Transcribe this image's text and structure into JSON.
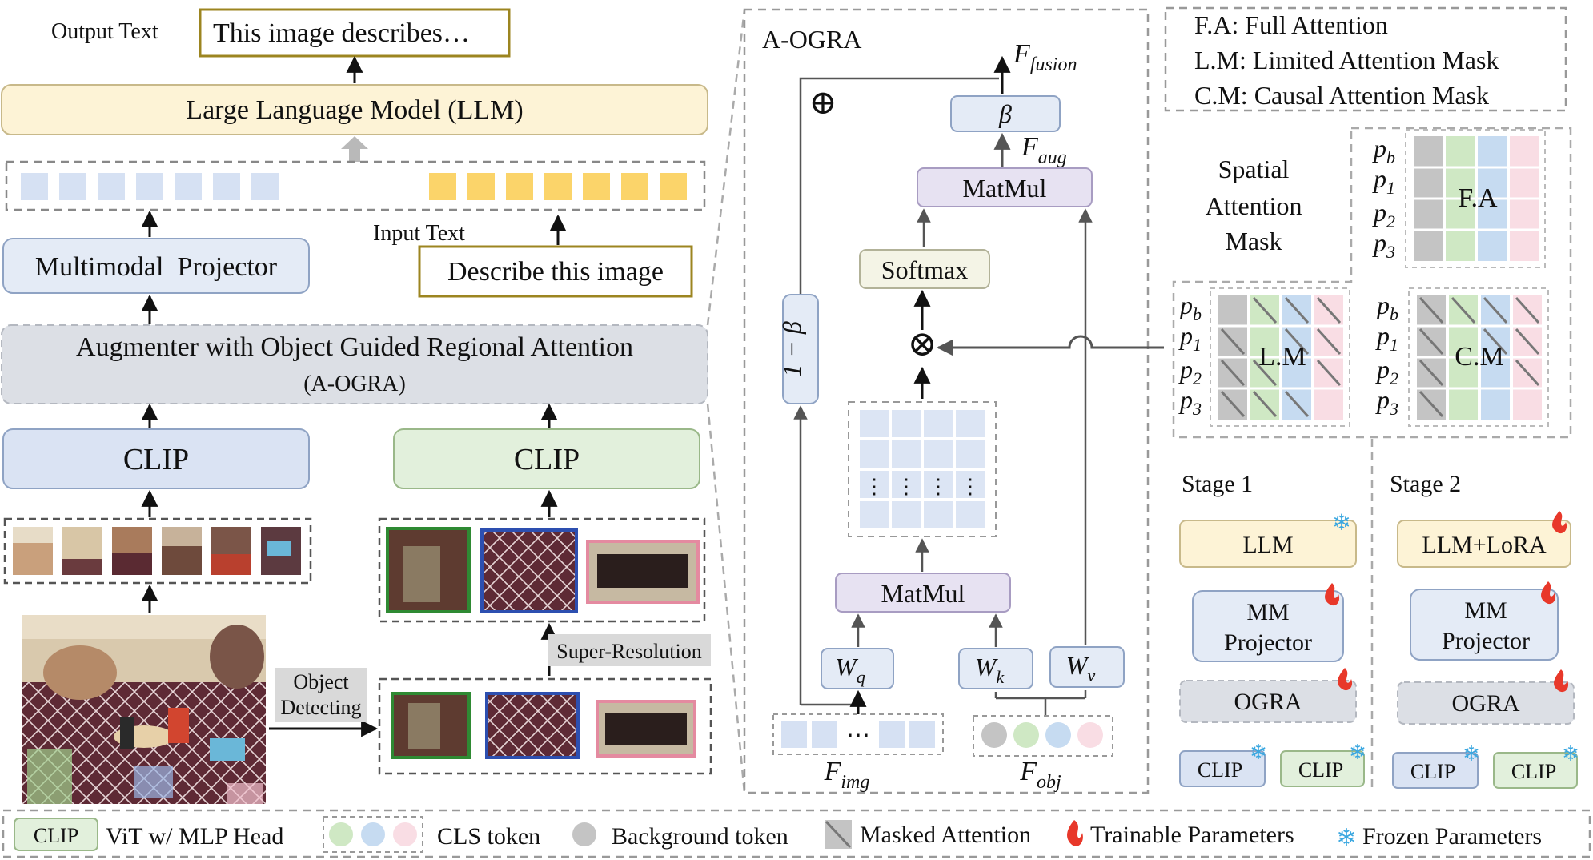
{
  "colors": {
    "llm_fill": "#fdf3d6",
    "llm_stroke": "#c8b98a",
    "blue_fill": "#e4ebf6",
    "blue_stroke": "#8fa3c4",
    "green_fill": "#e2f0dc",
    "green_stroke": "#9ab889",
    "gray_fill": "#dcdfe5",
    "yellow_token": "#fbd46a",
    "blue_token": "#d6e1f3",
    "olive_border": "#9c8520",
    "crop_green": "#2f8a33",
    "crop_blue": "#2d4fb0",
    "crop_pink": "#e48aa0",
    "flame": "#e8382a",
    "snow": "#3aa7e0",
    "mask_gray": "#c4c4c4",
    "mask_green": "#cfe8c4",
    "mask_blue": "#c6dbf1",
    "mask_pink": "#f9dde4"
  },
  "left": {
    "output_text_label": "Output Text",
    "output_text": "This image describes…",
    "llm_label": "Large Language Model (LLM)",
    "projector_label": "Multimodal  Projector",
    "input_text_label": "Input Text",
    "input_text": "Describe this image",
    "aogra_title": "Augmenter with Object Guided Regional Attention",
    "aogra_abbr": "(A-OGRA)",
    "clip_left": "CLIP",
    "clip_right": "CLIP",
    "super_resolution": "Super-Resolution",
    "object_detecting_1": "Object",
    "object_detecting_2": "Detecting"
  },
  "middle": {
    "title": "A-OGRA",
    "f_fusion_main": "F",
    "f_fusion_sub": "fusion",
    "beta": "β",
    "f_aug_main": "F",
    "f_aug_sub": "aug",
    "matmul_top": "MatMul",
    "softmax": "Softmax",
    "one_minus_beta": "1 − β",
    "matmul_bottom": "MatMul",
    "wq_main": "W",
    "wq_sub": "q",
    "wk_main": "W",
    "wk_sub": "k",
    "wv_main": "W",
    "wv_sub": "v",
    "f_img_main": "F",
    "f_img_sub": "img",
    "f_obj_main": "F",
    "f_obj_sub": "obj",
    "ellipsis": "⋯",
    "vdots": "⋮",
    "oplus": "⊕",
    "otimes": "⊗"
  },
  "right": {
    "legend_fa": "F.A: Full Attention",
    "legend_lm": "L.M: Limited Attention Mask",
    "legend_cm": "C.M: Causal Attention Mask",
    "spatial_1": "Spatial",
    "spatial_2": "Attention",
    "spatial_3": "Mask",
    "fa_label": "F.A",
    "lm_label": "L.M",
    "cm_label": "C.M",
    "p_main": "p",
    "p_subs": [
      "b",
      "1",
      "2",
      "3"
    ],
    "stage1": "Stage 1",
    "stage2": "Stage 2",
    "s1_llm": "LLM",
    "s2_llm": "LLM+LoRA",
    "mm_1": "MM",
    "mm_2": "Projector",
    "ogra": "OGRA",
    "clip": "CLIP"
  },
  "legend": {
    "clip_box": "CLIP",
    "clip_desc": "ViT w/ MLP Head",
    "cls_token": "CLS token",
    "bg_token": "Background token",
    "masked": "Masked Attention",
    "trainable": "Trainable Parameters",
    "frozen": "Frozen Parameters"
  }
}
